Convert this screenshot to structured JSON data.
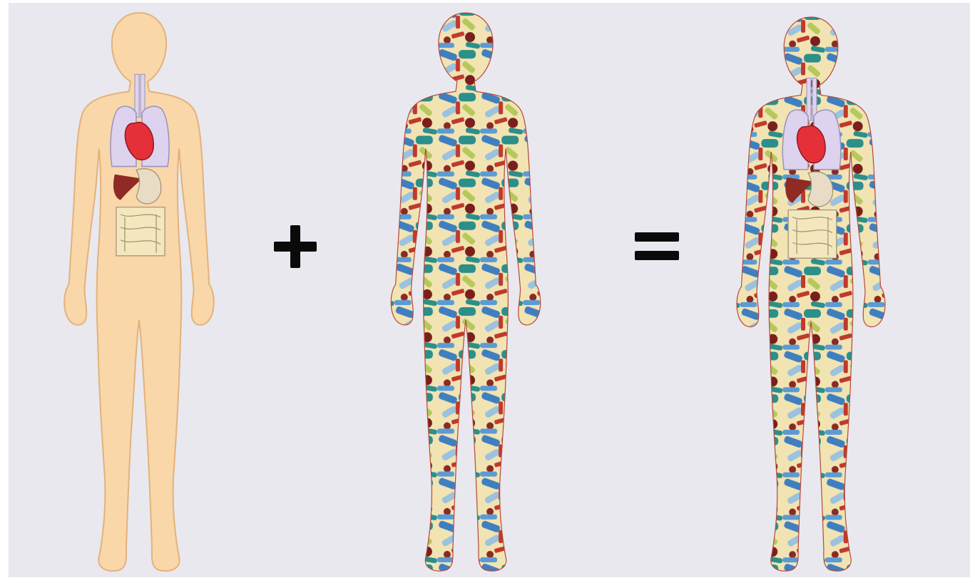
{
  "scene": {
    "background_color": "#e9e8ee",
    "skin_color": "#f9d7a9",
    "skin_outline_color": "#e3b27c",
    "organ_colors": {
      "lungs": "#ddd3ef",
      "heart": "#e5303a",
      "liver": "#8f2a24",
      "stomach": "#e9dcc6",
      "intestines": "#f3e8bd"
    },
    "microbe_colors": [
      "#3f7fc0",
      "#2b8f8a",
      "#9bc2df",
      "#b5c95a",
      "#c0392b",
      "#7a1f1a",
      "#f2e3b3",
      "#5b9bd5"
    ],
    "figures": [
      {
        "name": "human-body-organs",
        "icon": "human-silhouette-with-organs"
      },
      {
        "name": "human-body-microbes",
        "icon": "human-silhouette-filled-with-microbes"
      },
      {
        "name": "human-body-holobiont",
        "icon": "human-silhouette-organs-and-microbes"
      }
    ],
    "operators": [
      {
        "name": "plus-sign",
        "icon": "plus-symbol"
      },
      {
        "name": "equals-sign",
        "icon": "equals-symbol"
      }
    ],
    "operator_color": "#0a0a0a"
  }
}
